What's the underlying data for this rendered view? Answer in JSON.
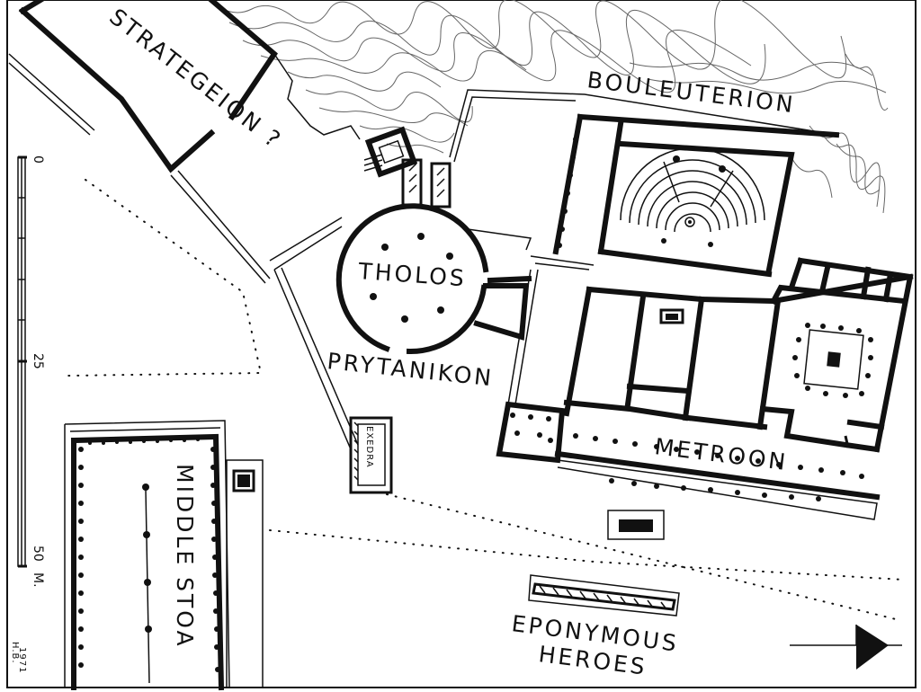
{
  "labels": {
    "strategeion": "STRATEGEION ?",
    "bouleuterion": "BOULEUTERION",
    "tholos": "THOLOS",
    "prytanikon": "PRYTANIKON",
    "exedra": "EXEDRA",
    "metroon": "METROON",
    "middle_stoa": "MIDDLE STOA",
    "eponymous_line1": "EPONYMOUS",
    "eponymous_line2": "HEROES"
  },
  "scale_bar": {
    "tick_0": "0",
    "tick_25": "25",
    "tick_50": "50",
    "unit": "M."
  },
  "signature": {
    "initials": "H.B.",
    "year": "1971"
  },
  "north_arrow_icon": "north-arrow-icon"
}
